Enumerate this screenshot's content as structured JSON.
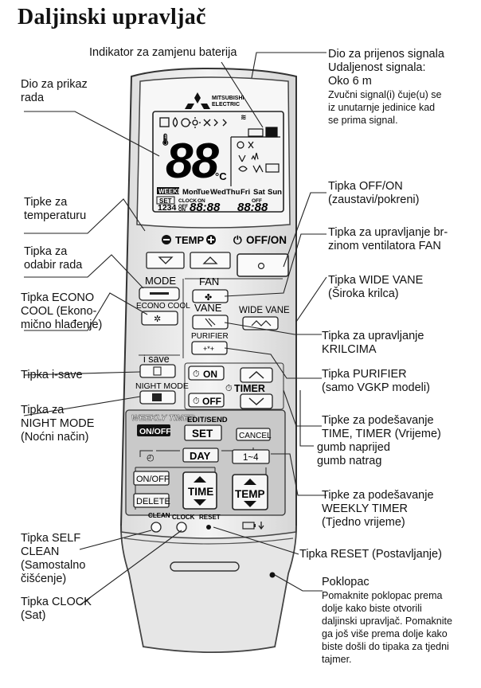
{
  "title": "Daljinski upravljač",
  "remote": {
    "brand_line1": "MITSUBISHI",
    "brand_line2": "ELECTRIC",
    "lcd_temp": "88",
    "lcd_unit": "°C",
    "lcd_weekly": "WEEKLY",
    "lcd_days": [
      "Mon",
      "Tue",
      "Wed",
      "Thu",
      "Fri",
      "Sat",
      "Sun"
    ],
    "lcd_set": "SET",
    "lcd_clock": "CLOCK",
    "lcd_on1": "ON",
    "lcd_on2": "ON",
    "lcd_off1": "OFF",
    "lcd_off2": "OFF",
    "lcd_program": "1234",
    "lcd_time1": "88:88",
    "lcd_time2": "88:88",
    "temp_label": "TEMP",
    "offon_label": "OFF/ON",
    "mode_label": "MODE",
    "fan_label": "FAN",
    "vane_label": "VANE",
    "wide_vane_label": "WIDE VANE",
    "econo_cool_label": "ECONO COOL",
    "purifier_label": "PURIFIER",
    "i_save_label": "i save",
    "night_mode_label": "NIGHT MODE",
    "on_label": "ON",
    "timer_label": "TIMER",
    "off_label": "OFF",
    "weekly_timer_label": "WEEKLY TIMER",
    "onoff_btn": "ON/OFF",
    "edit_send_label": "EDIT/SEND",
    "set_btn": "SET",
    "cancel_btn": "CANCEL",
    "day_btn": "DAY",
    "range_btn": "1~4",
    "onoff_btn2": "ON/OFF",
    "delete_btn": "DELETE",
    "time_btn": "TIME",
    "temp_btn": "TEMP",
    "clean_label": "CLEAN",
    "clock_label": "CLOCK",
    "reset_label": "RESET"
  },
  "callouts": {
    "battery": "Indikator za zamjenu baterija",
    "display": [
      "Dio za prikaz",
      "rada"
    ],
    "transmit": [
      "Dio za prijenos signala",
      "Udaljenost signala:",
      "Oko 6 m",
      "Zvučni signal(i) čuje(u) se",
      "iz unutarnje jedinice kad",
      "se prima signal."
    ],
    "temperature": [
      "Tipke za",
      "temperaturu"
    ],
    "offon": [
      "Tipka OFF/ON",
      "(zaustavi/pokreni)"
    ],
    "mode": [
      "Tipka za",
      "odabir rada"
    ],
    "fan": [
      "Tipka za upravljanje br-",
      "zinom ventilatora FAN"
    ],
    "econo": [
      "Tipka ECONO",
      "COOL (Ekono-",
      "mično hlađenje)"
    ],
    "wide_vane": [
      "Tipka WIDE VANE",
      "(Široka krilca)"
    ],
    "vane": [
      "Tipka za upravljanje",
      "KRILCIMA"
    ],
    "isave": "Tipka i-save",
    "purifier": [
      "Tipka PURIFIER",
      "(samo VGKP modeli)"
    ],
    "night": [
      "Tipka za",
      "NIGHT MODE",
      "(Noćni način)"
    ],
    "time_timer": [
      "Tipke za podešavanje",
      "TIME, TIMER (Vrijeme)"
    ],
    "gumb": [
      "gumb naprijed",
      "gumb natrag"
    ],
    "weekly": [
      "Tipke za podešavanje",
      "WEEKLY TIMER",
      "(Tjedno vrijeme)"
    ],
    "selfclean": [
      "Tipka SELF",
      "CLEAN",
      "(Samostalno",
      "čišćenje)"
    ],
    "reset": "Tipka RESET (Postavljanje)",
    "clock": [
      "Tipka CLOCK",
      "(Sat)"
    ],
    "cover": [
      "Poklopac",
      "Pomaknite poklopac prema",
      "dolje kako biste otvorili",
      "daljinski upravljač. Pomaknite",
      "ga još više prema dolje kako",
      "biste došli do tipaka za tjedni",
      "tajmer."
    ]
  },
  "colors": {
    "remote_body": "#ededed",
    "weekly_panel": "#c9c9c9",
    "lcd_bg": "#f4f4f4",
    "ink": "#111111"
  }
}
